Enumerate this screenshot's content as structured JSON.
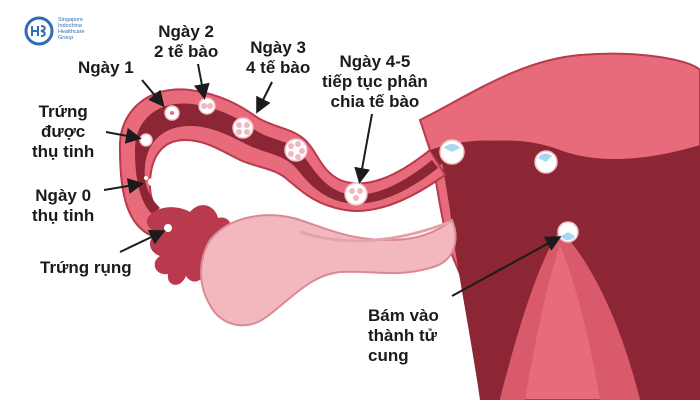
{
  "logo": {
    "lines": [
      "Singapore",
      "Indochina",
      "Healthcare",
      "Group"
    ],
    "color": "#2e6db4"
  },
  "labels": {
    "day1": "Ngày 1",
    "day2_line1": "Ngày 2",
    "day2_line2": "2 tế bào",
    "day3_line1": "Ngày 3",
    "day3_line2": "4 tế bào",
    "day45_line1": "Ngày 4-5",
    "day45_line2": "tiếp tục phân",
    "day45_line3": "chia tế bào",
    "fert_line1": "Trứng",
    "fert_line2": "được",
    "fert_line3": "thụ tinh",
    "day0_line1": "Ngày 0",
    "day0_line2": "thụ tinh",
    "ovulation": "Trứng rụng",
    "implant_line1": "Bám vào",
    "implant_line2": "thành tử",
    "implant_line3": "cung"
  },
  "colors": {
    "tissue": "#e76b7a",
    "tissue_dark": "#b83a4c",
    "lumen": "#8c2634",
    "ovary": "#f3b8bf",
    "text": "#1b1b1b",
    "cell_blue": "#a8d8f0"
  }
}
